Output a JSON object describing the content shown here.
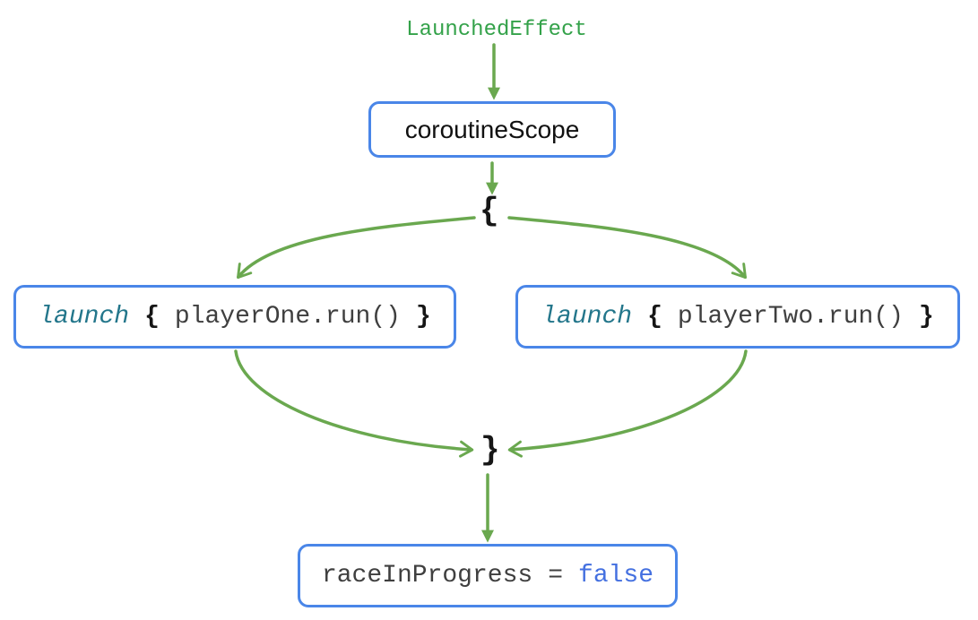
{
  "diagram": {
    "top_label": "LaunchedEffect",
    "coroutine_scope": {
      "label": "coroutineScope"
    },
    "fork_open_brace": "{",
    "join_close_brace": "}",
    "launch_one": {
      "keyword": "launch",
      "open_brace": "{",
      "body": "playerOne.run()",
      "close_brace": "}"
    },
    "launch_two": {
      "keyword": "launch",
      "open_brace": "{",
      "body": "playerTwo.run()",
      "close_brace": "}"
    },
    "result": {
      "lhs": "raceInProgress",
      "operator": "=",
      "value": "false"
    },
    "colors": {
      "arrow_green": "#6aa84f",
      "label_green": "#34a24a",
      "node_border_blue": "#4a86e8",
      "keyword_teal": "#23768b",
      "value_blue": "#4470e0",
      "code_text": "#3f3f3f",
      "brace_text": "#161616"
    }
  }
}
